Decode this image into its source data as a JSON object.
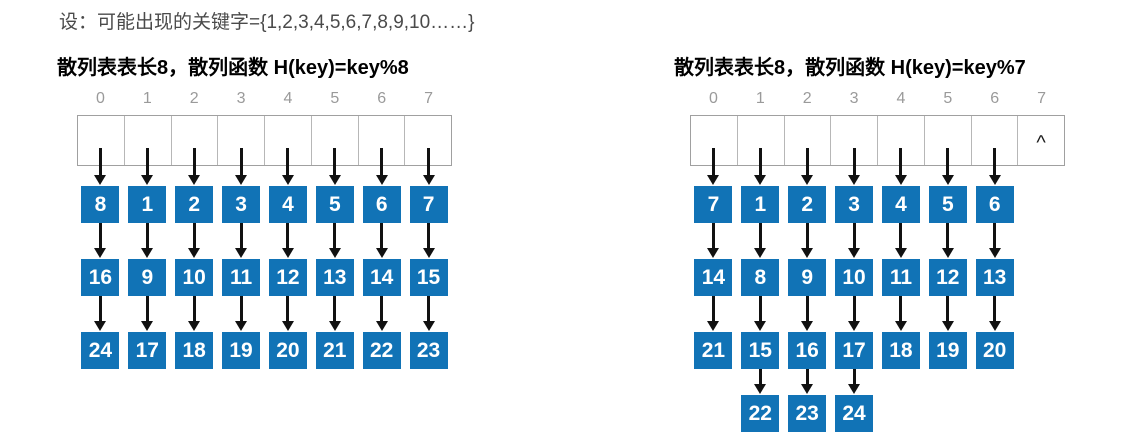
{
  "header": {
    "assumption": "设：可能出现的关键字={1,2,3,4,5,6,7,8,9,10……}"
  },
  "colors": {
    "node_blue": "#1173b6",
    "table_border_gray": "#a0a0a0",
    "index_label_gray": "#9a9a9a",
    "arrow_black": "#111111",
    "node_text_white": "#ffffff"
  },
  "left_diagram": {
    "title": "散列表表长8，散列函数 H(key)=key%8",
    "indices": [
      "0",
      "1",
      "2",
      "3",
      "4",
      "5",
      "6",
      "7"
    ],
    "slots": [
      {
        "index": "0",
        "chain": [
          "8",
          "16",
          "24"
        ]
      },
      {
        "index": "1",
        "chain": [
          "1",
          "9",
          "17"
        ]
      },
      {
        "index": "2",
        "chain": [
          "2",
          "10",
          "18"
        ]
      },
      {
        "index": "3",
        "chain": [
          "3",
          "11",
          "19"
        ]
      },
      {
        "index": "4",
        "chain": [
          "4",
          "12",
          "20"
        ]
      },
      {
        "index": "5",
        "chain": [
          "5",
          "13",
          "21"
        ]
      },
      {
        "index": "6",
        "chain": [
          "6",
          "14",
          "22"
        ]
      },
      {
        "index": "7",
        "chain": [
          "7",
          "15",
          "23"
        ]
      }
    ]
  },
  "right_diagram": {
    "title": "散列表表长8，散列函数 H(key)=key%7",
    "indices": [
      "0",
      "1",
      "2",
      "3",
      "4",
      "5",
      "6",
      "7"
    ],
    "slots": [
      {
        "index": "0",
        "chain": [
          "7",
          "14",
          "21"
        ]
      },
      {
        "index": "1",
        "chain": [
          "1",
          "8",
          "15",
          "22"
        ]
      },
      {
        "index": "2",
        "chain": [
          "2",
          "9",
          "16",
          "23"
        ]
      },
      {
        "index": "3",
        "chain": [
          "3",
          "10",
          "17",
          "24"
        ]
      },
      {
        "index": "4",
        "chain": [
          "4",
          "11",
          "18"
        ]
      },
      {
        "index": "5",
        "chain": [
          "5",
          "12",
          "19"
        ]
      },
      {
        "index": "6",
        "chain": [
          "6",
          "13",
          "20"
        ]
      },
      {
        "index": "7",
        "chain": [],
        "empty_marker": "^"
      }
    ]
  }
}
